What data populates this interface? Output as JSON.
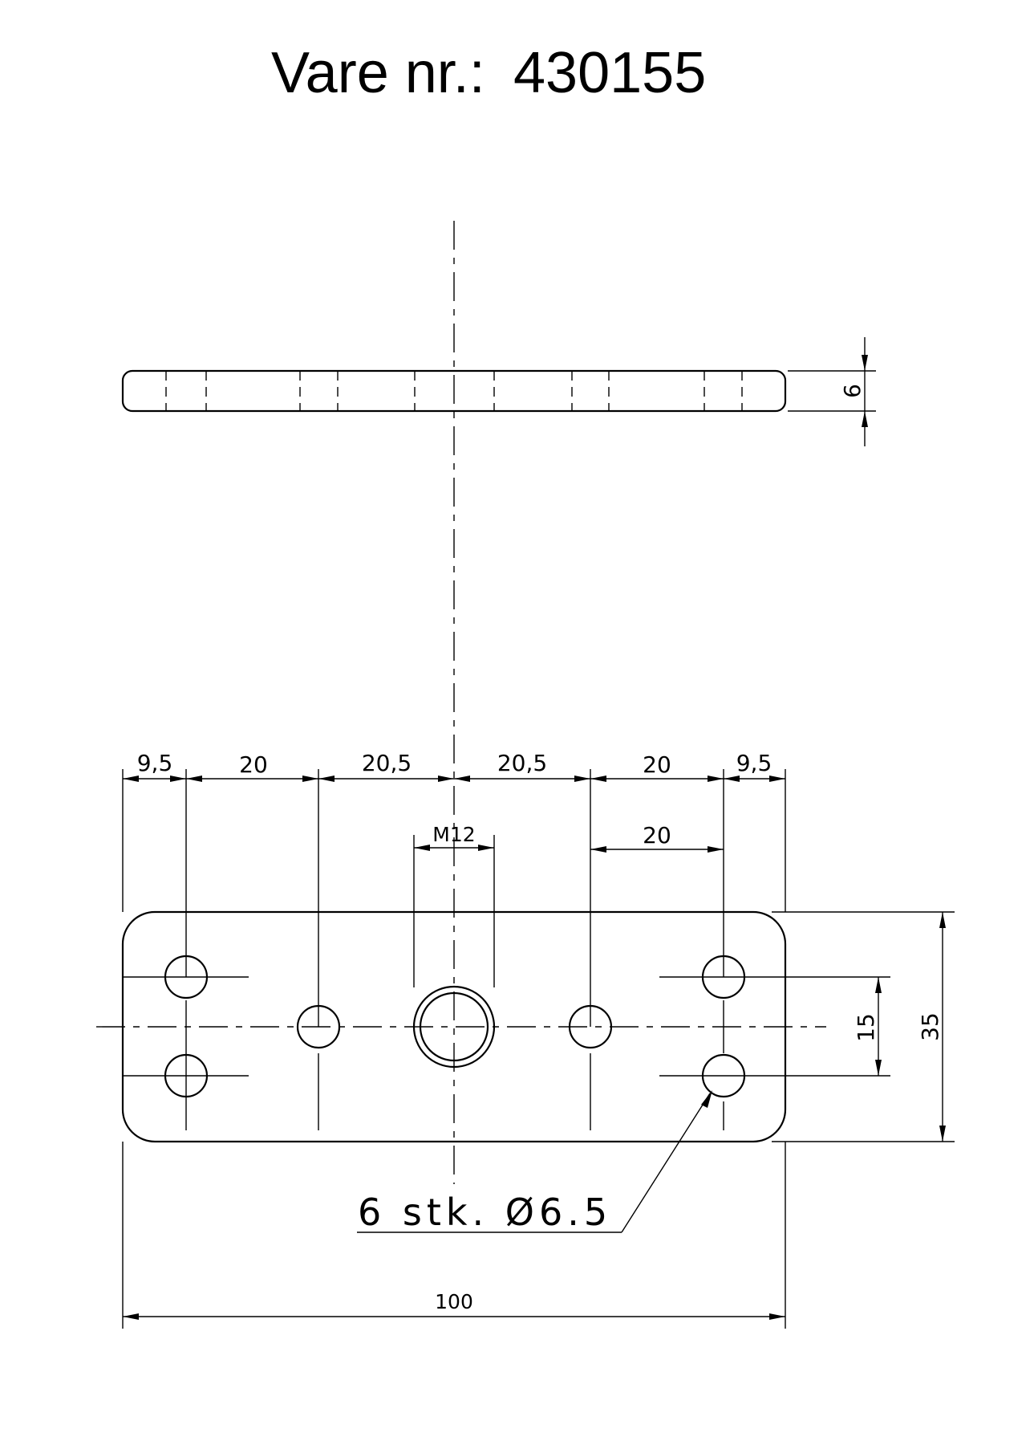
{
  "title": {
    "label": "Vare nr.:",
    "number": "430155"
  },
  "side_view": {
    "thickness_dim": "6"
  },
  "top_view": {
    "dims_top_row": [
      "9,5",
      "20",
      "20,5",
      "20,5",
      "20",
      "9,5"
    ],
    "thread_label": "M12",
    "second_row_dim": "20",
    "hole_spacing_dim": "15",
    "height_dim": "35",
    "width_dim": "100",
    "callout": "6 stk. Ø6.5"
  }
}
